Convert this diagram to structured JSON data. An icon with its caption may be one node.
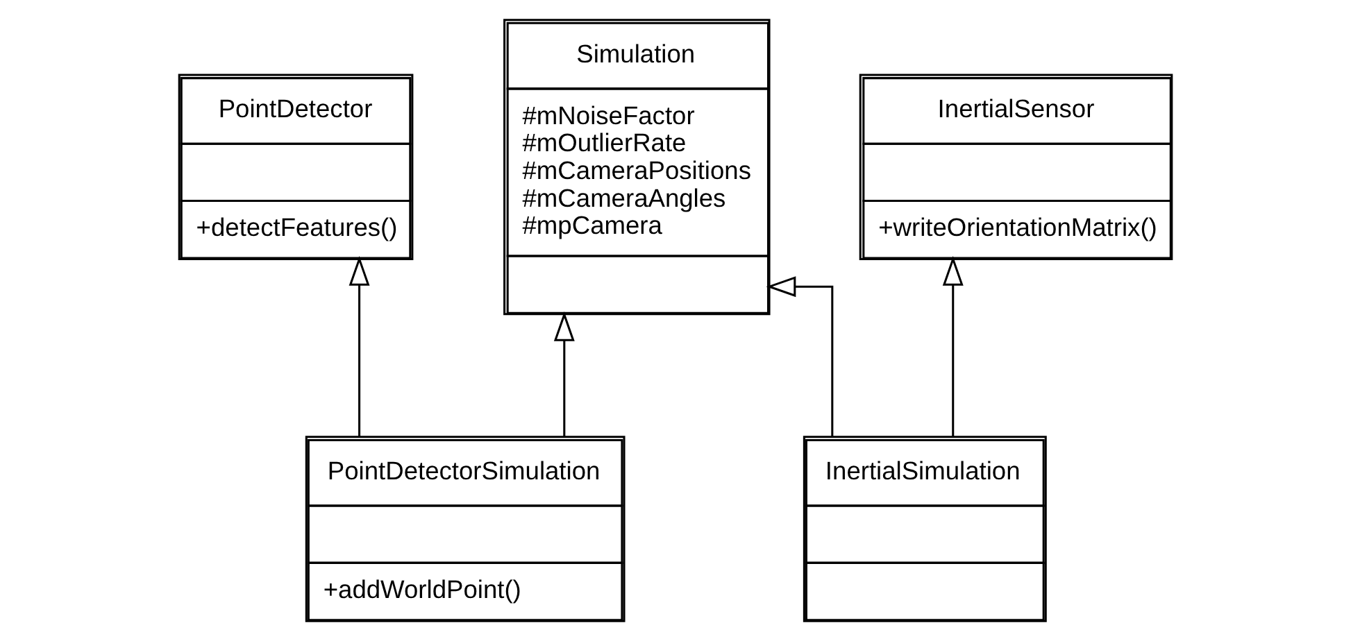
{
  "diagram": {
    "nodes": [
      {
        "text": [
          "Simulation",
          "#mNoiseFactor",
          "#mOutlierRate",
          "#mCameraPositions",
          "#mCameraAngles",
          "#mpCamera"
        ]
      },
      {
        "text": [
          "PointDetector",
          "+detectFeatures()"
        ]
      },
      {
        "text": [
          "InertialSensor",
          "+writeOrientationMatrix()"
        ]
      },
      {
        "text": [
          "PointDetectorSimulation",
          "+addWorldPoint()"
        ]
      },
      {
        "text": [
          "InertialSimulation"
        ]
      }
    ],
    "edges": [
      {
        "from": 3,
        "to": 1,
        "arrow": "to"
      },
      {
        "from": 3,
        "to": 0,
        "arrow": "to"
      },
      {
        "from": 4,
        "to": 0,
        "arrow": "to"
      },
      {
        "from": 4,
        "to": 2,
        "arrow": "to"
      }
    ]
  }
}
